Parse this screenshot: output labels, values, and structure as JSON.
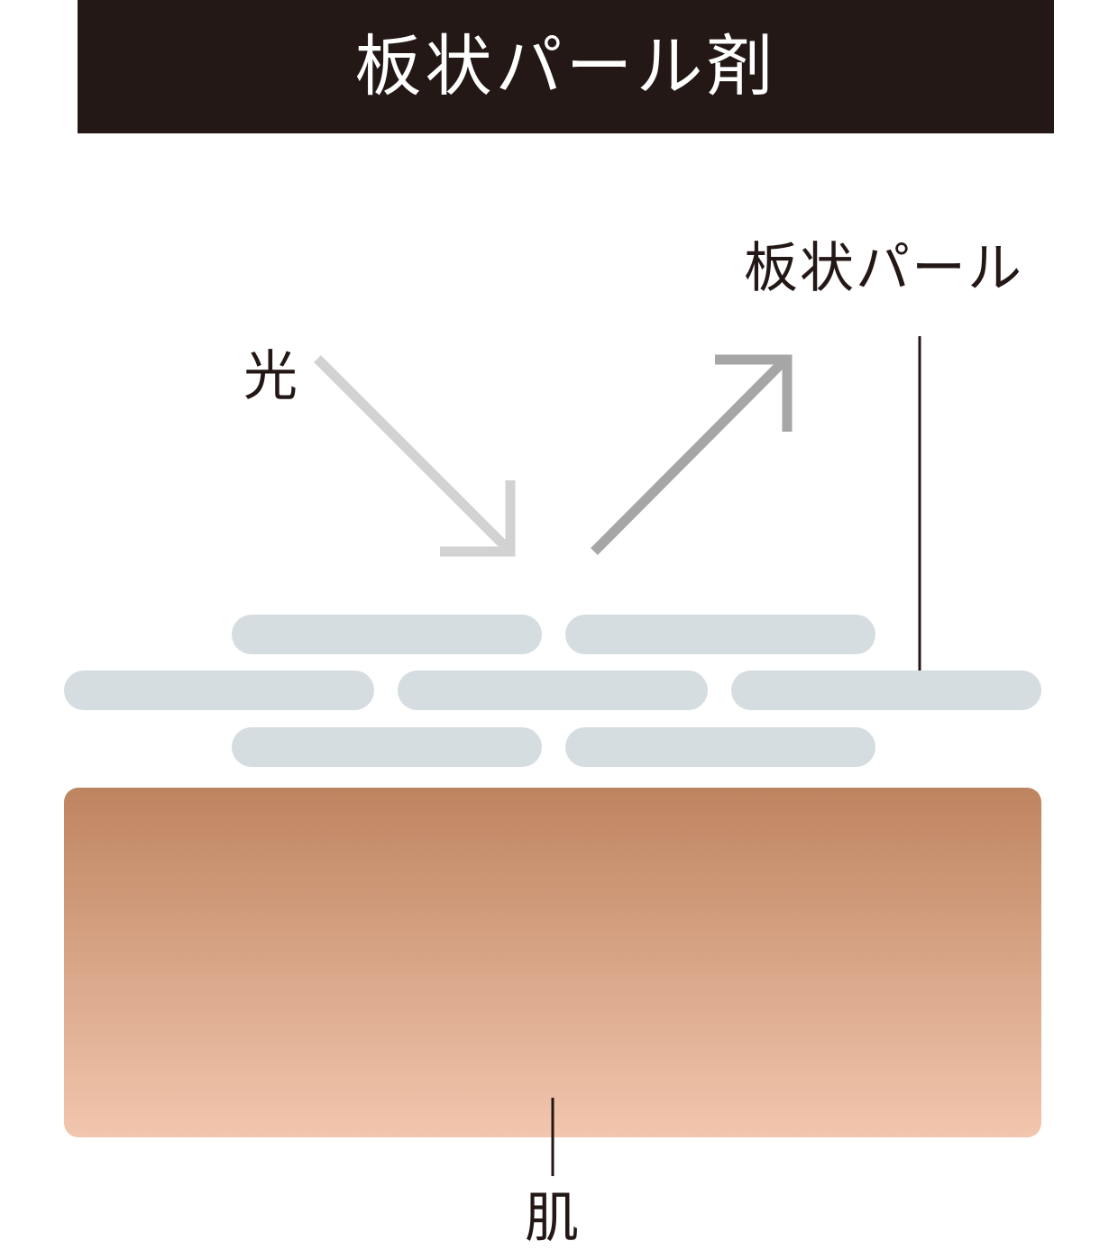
{
  "title": "板状パール剤",
  "labels": {
    "light": "光",
    "pearl": "板状パール",
    "skin": "肌"
  },
  "colors": {
    "header_bg": "#231816",
    "header_text": "#ffffff",
    "pearl": "#d5dde1",
    "incoming_arrow": "#d2d2d2",
    "reflected_arrow": "#a6a6a6",
    "leader_line": "#231816",
    "skin_top": "#be8460",
    "skin_bottom": "#f2c6ae"
  }
}
